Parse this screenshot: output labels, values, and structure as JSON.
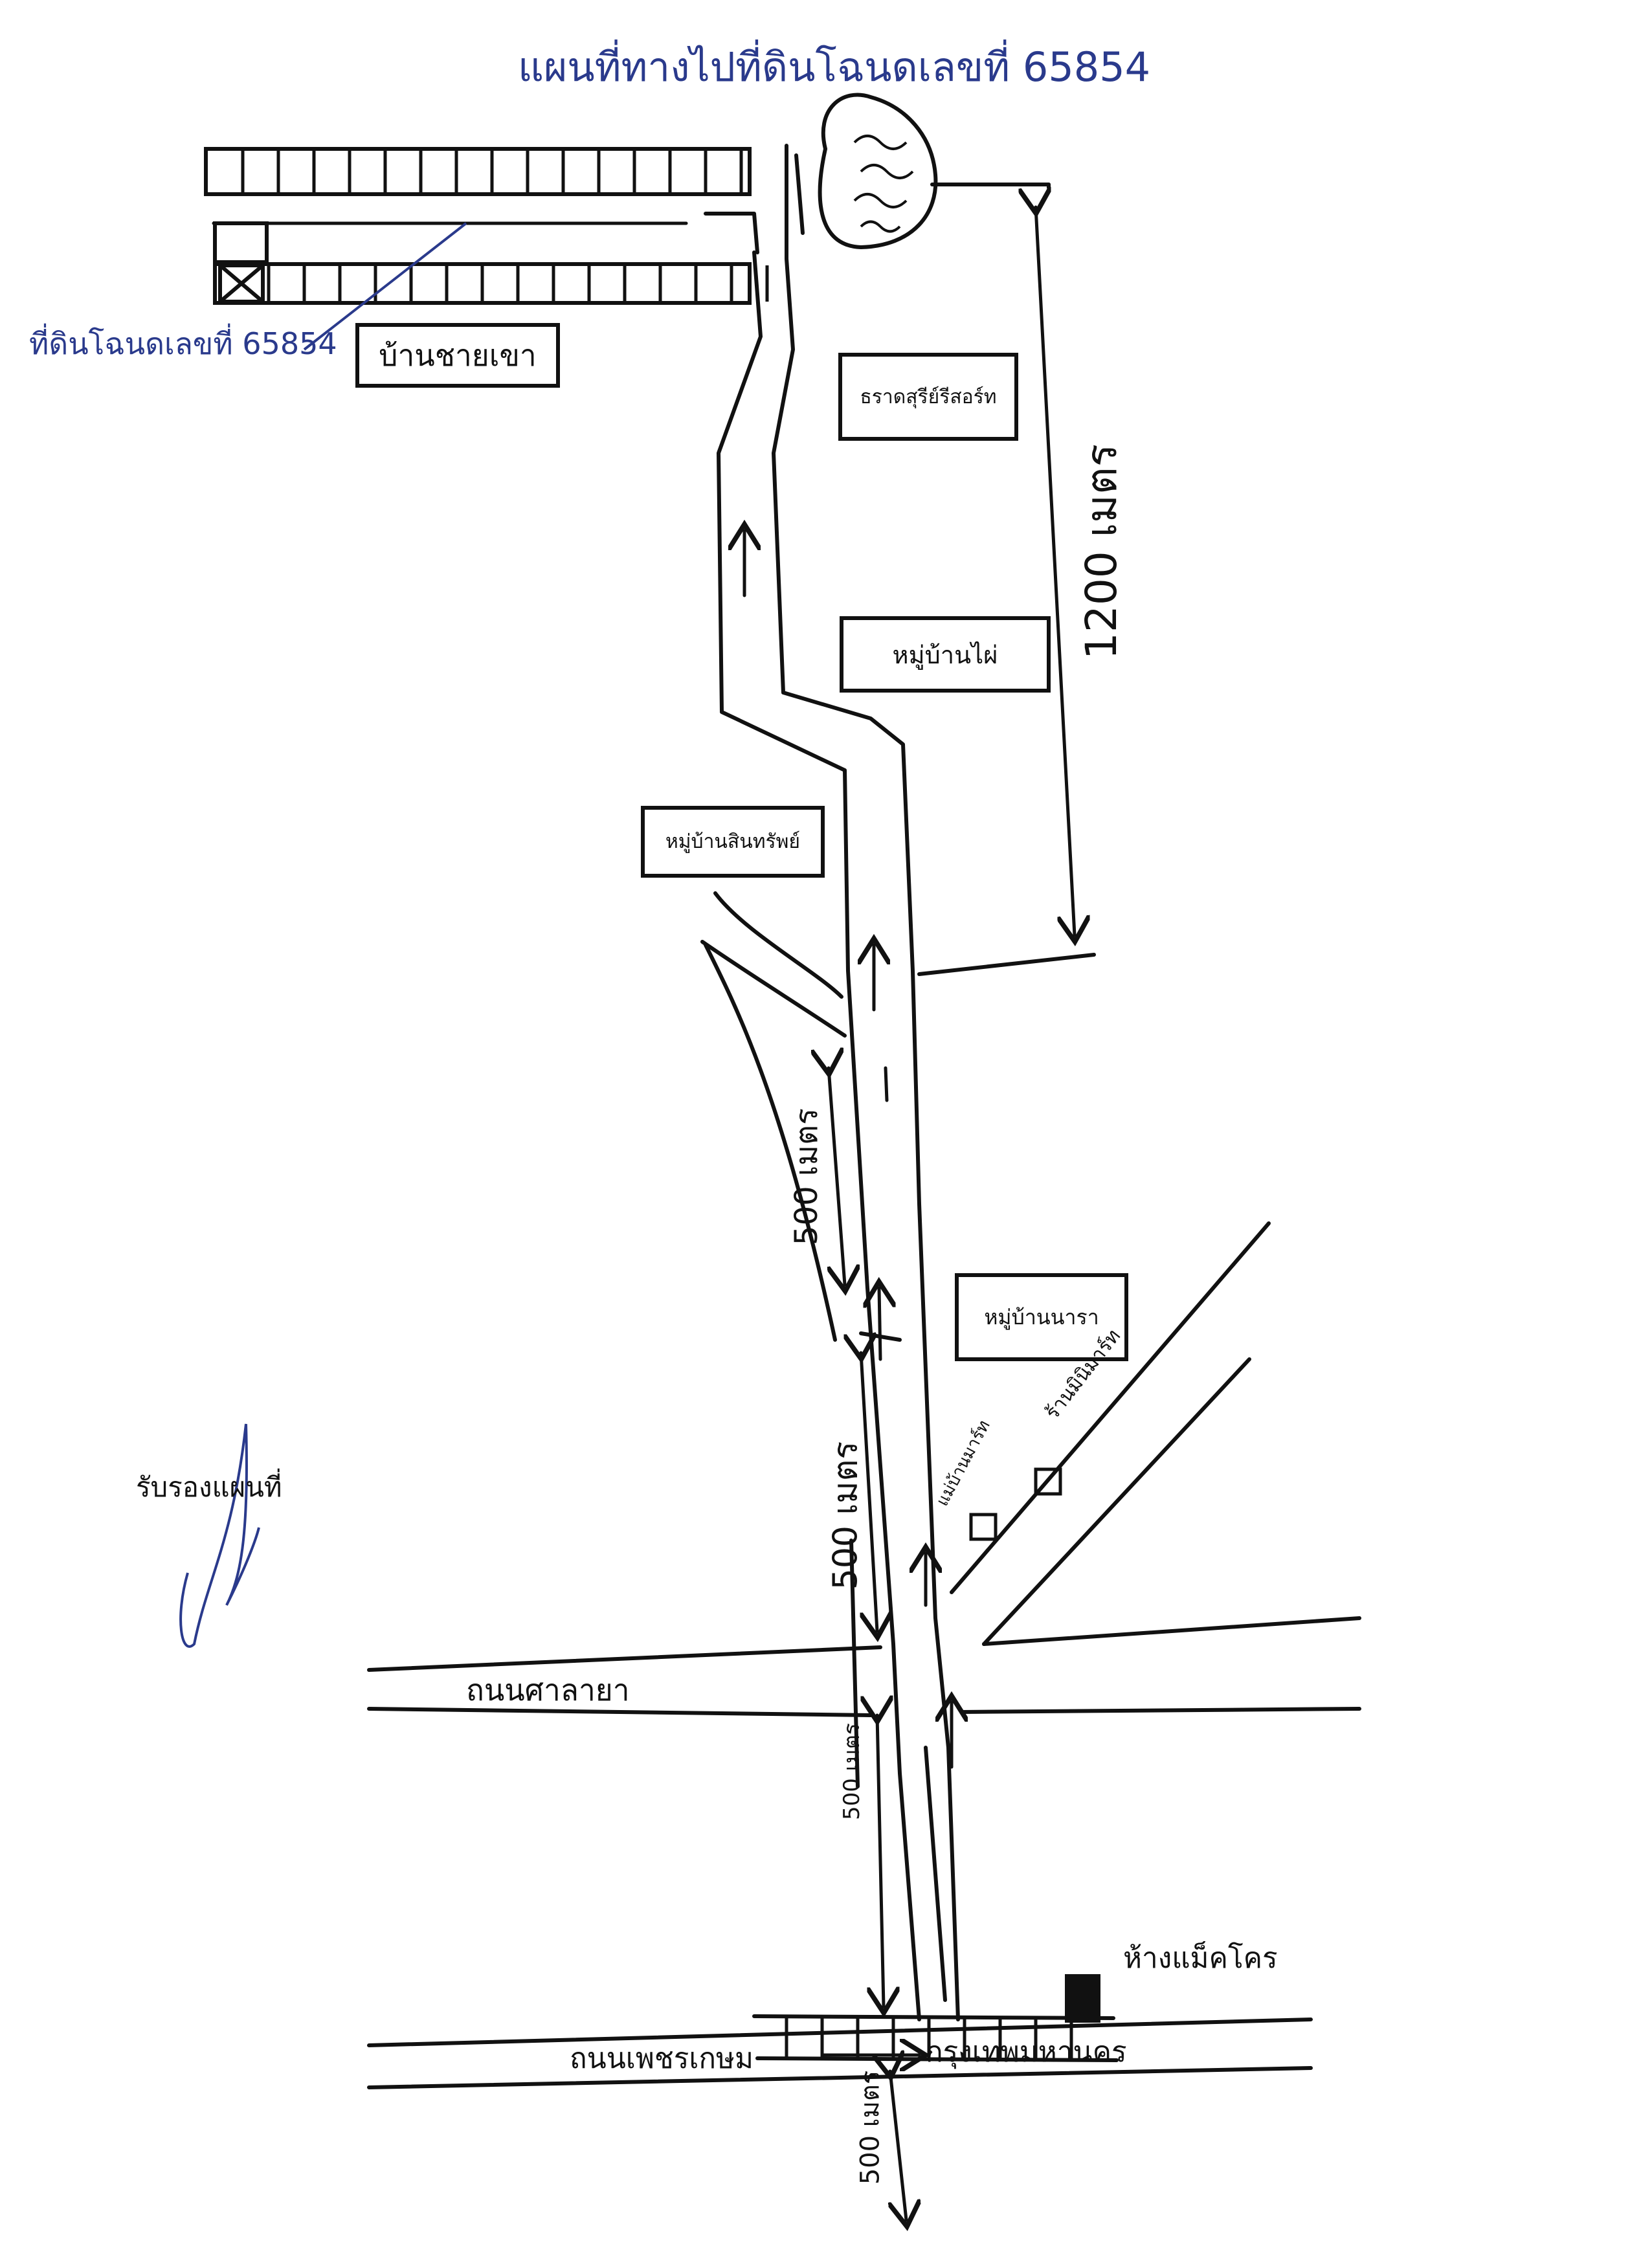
{
  "title": "แผนที่ทางไปที่ดินโฉนดเลขที่ 65854",
  "labels": {
    "plot": "ที่ดินโฉนดเลขที่ 65854",
    "ban_chai_khao": "บ้านชายเขา",
    "thara_resort": "ธราดสุรีย์รีสอร์ท",
    "mu_ban_phai": "หมู่บ้านไผ่",
    "mu_ban_sin_sap": "หมู่บ้านสินทรัพย์",
    "mu_ban_nara": "หมู่บ้านนารา",
    "market": "แม่บ้านมาร์ท",
    "mini_mart": "ร้านมินิมาร์ท",
    "road_kanan": "ถนนศาลายา",
    "road_phetkasem": "ถนนเพชรเกษม",
    "to_bangkok": "กรุงเทพมหานคร",
    "makro": "ห้างแม็คโคร",
    "certify": "รับรองแผนที่"
  },
  "distances": {
    "d1200": "1200 เมตร",
    "d500_top": "500 เมตร",
    "d500_mid": "500 เมตร",
    "d500_low": "500 เมตร",
    "d500_bottom": "500 เมตร"
  },
  "colors": {
    "ink": "#111111",
    "pen_blue": "#2a3a8c"
  }
}
